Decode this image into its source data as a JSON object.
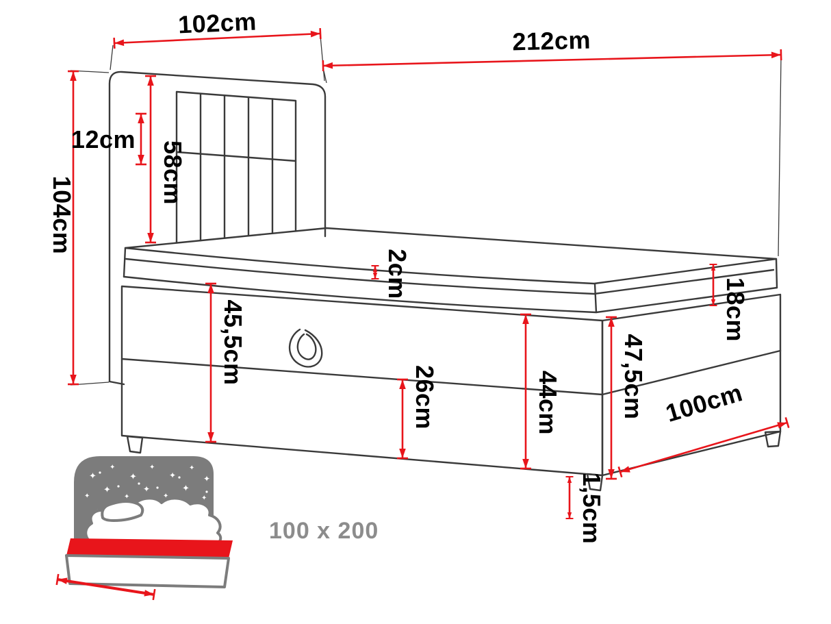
{
  "colors": {
    "outline": "#3a3a3a",
    "dimension_red": "#e8151b",
    "label_black": "#000000",
    "size_gray": "#8c8c8c",
    "icon_gray": "#7c7c7c"
  },
  "dimensions": {
    "headboard_width": "102cm",
    "bed_length": "212cm",
    "headboard_depth": "12cm",
    "headboard_height": "104cm",
    "headboard_above_base": "58cm",
    "topper_thickness": "2cm",
    "storage_front_height": "45,5cm",
    "lower_box_height": "26cm",
    "base_height": "44cm",
    "mattress_thickness": "18cm",
    "foot_end_height": "47,5cm",
    "bed_width": "100cm",
    "floor_clearance": "1,5cm"
  },
  "size_badge": {
    "label": "100 x 200",
    "star_glyph": "✦"
  }
}
